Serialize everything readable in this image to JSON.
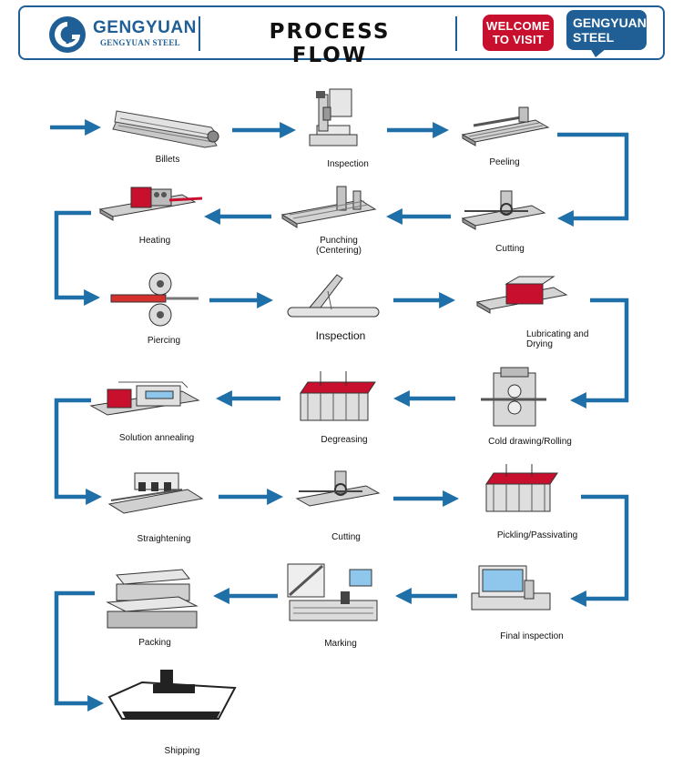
{
  "header": {
    "brand_name": "GENGYUAN",
    "brand_sub": "GENGYUAN STEEL",
    "title": "PROCESS FLOW",
    "welcome_line1": "WELCOME",
    "welcome_line2": "TO VISIT",
    "badge_line1": "GENGYUAN",
    "badge_line2": "STEEL"
  },
  "colors": {
    "brand_blue": "#1f5f95",
    "arrow_blue": "#1f6fa8",
    "accent_red": "#c8102e",
    "machine_grey": "#b9bcc0"
  },
  "steps": [
    {
      "label": "Billets",
      "icon": "billets-icon"
    },
    {
      "label": "Inspection",
      "icon": "inspection-machine-icon"
    },
    {
      "label": "Peeling",
      "icon": "peeling-machine-icon"
    },
    {
      "label": "Cutting",
      "icon": "cutting-machine-icon"
    },
    {
      "label": "Punching",
      "label2": "(Centering)",
      "icon": "punching-machine-icon"
    },
    {
      "label": "Heating",
      "icon": "heating-furnace-icon"
    },
    {
      "label": "Piercing",
      "icon": "piercing-rolls-icon"
    },
    {
      "label": "Inspection",
      "icon": "tube-inspection-icon"
    },
    {
      "label": "Lubricating and",
      "label2": "Drying",
      "icon": "lubricating-oven-icon"
    },
    {
      "label": "Cold drawing/Rolling",
      "icon": "cold-drawing-icon"
    },
    {
      "label": "Degreasing",
      "icon": "degreasing-tank-icon"
    },
    {
      "label": "Solution annealing",
      "icon": "annealing-furnace-icon"
    },
    {
      "label": "Straightening",
      "icon": "straightener-icon"
    },
    {
      "label": "Cutting",
      "icon": "cutting-machine-icon"
    },
    {
      "label": "Pickling/Passivating",
      "icon": "pickling-tank-icon"
    },
    {
      "label": "Final inspection",
      "icon": "final-inspection-icon"
    },
    {
      "label": "Marking",
      "icon": "marking-machine-icon"
    },
    {
      "label": "Packing",
      "icon": "packing-bundle-icon"
    },
    {
      "label": "Shipping",
      "icon": "ship-icon"
    }
  ]
}
